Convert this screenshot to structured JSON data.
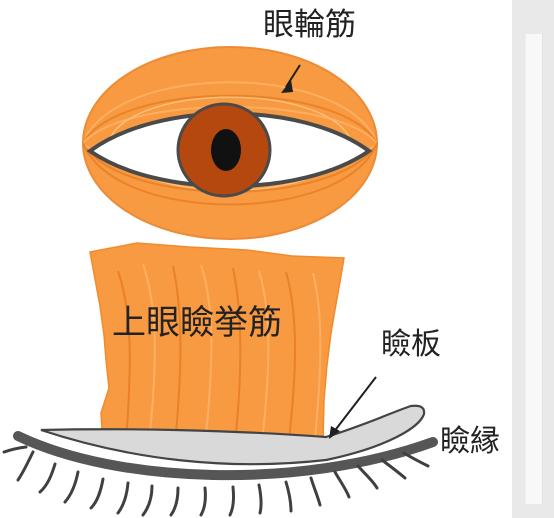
{
  "labels": {
    "orbicularis_oculi": "眼輪筋",
    "levator": "上眼瞼挙筋",
    "tarsal_plate": "瞼板",
    "eyelid_margin": "瞼縁"
  },
  "colors": {
    "muscle_orange": "#f79a42",
    "muscle_line": "#e67b22",
    "eye_white": "#ffffff",
    "eye_outline": "#4a4a4a",
    "iris_brown": "#b5480f",
    "pupil_black": "#111111",
    "tarsal_gray": "#d9d9d9",
    "text_dark": "#222222",
    "scrollbar_gray": "#e9e9e9"
  }
}
